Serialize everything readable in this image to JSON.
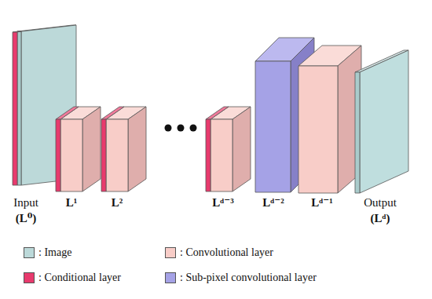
{
  "diagram": {
    "nodes": [
      {
        "text": [
          "Input",
          "(L⁰)"
        ]
      },
      {
        "text": [
          "L¹"
        ]
      },
      {
        "text": [
          "L²"
        ]
      },
      {
        "text": [
          "Lᵈ⁻³"
        ]
      },
      {
        "text": [
          "Lᵈ⁻²"
        ]
      },
      {
        "text": [
          "Lᵈ⁻¹"
        ]
      },
      {
        "text": [
          "Output",
          "(Lᵈ)"
        ]
      }
    ],
    "legend": [
      {
        "text": ": Image",
        "color": "#bcd9d9"
      },
      {
        "text": ": Conditional layer",
        "color": "#e83a6d"
      },
      {
        "text": ": Convolutional layer",
        "color": "#f8cdc8"
      },
      {
        "text": ": Sub-pixel convolutional layer",
        "color": "#a5a2e6"
      }
    ]
  }
}
